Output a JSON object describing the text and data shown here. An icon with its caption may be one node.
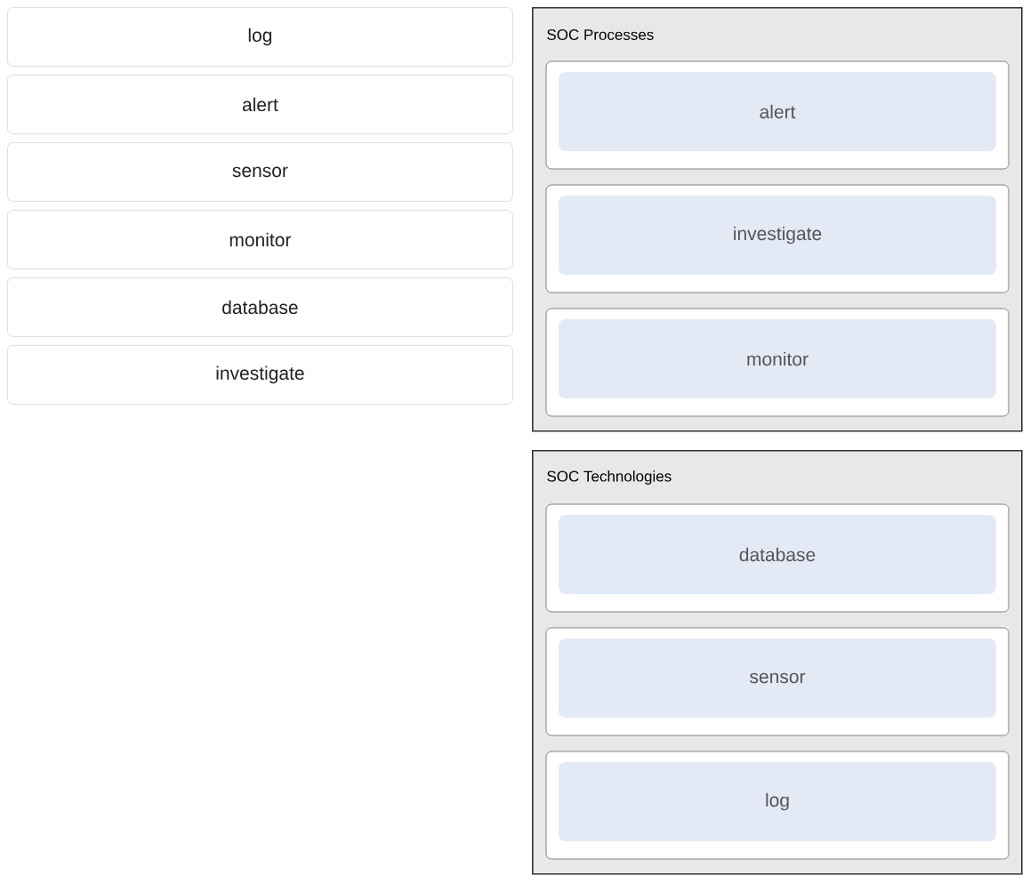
{
  "diagram": {
    "nodes": [
      {
        "text": [
          "log"
        ]
      },
      {
        "text": [
          "alert"
        ]
      },
      {
        "text": [
          "sensor"
        ]
      },
      {
        "text": [
          "monitor"
        ]
      },
      {
        "text": [
          "database"
        ]
      },
      {
        "text": [
          "investigate"
        ]
      },
      {
        "text": [
          "SOC Processes"
        ]
      },
      {
        "text": [
          "alert"
        ],
        "in": 6
      },
      {
        "text": [
          "investigate"
        ],
        "in": 6
      },
      {
        "text": [
          "monitor"
        ],
        "in": 6
      },
      {
        "text": [
          "SOC Technologies"
        ]
      },
      {
        "text": [
          "database"
        ],
        "in": 10
      },
      {
        "text": [
          "sensor"
        ],
        "in": 10
      },
      {
        "text": [
          "log"
        ],
        "in": 10
      }
    ]
  }
}
